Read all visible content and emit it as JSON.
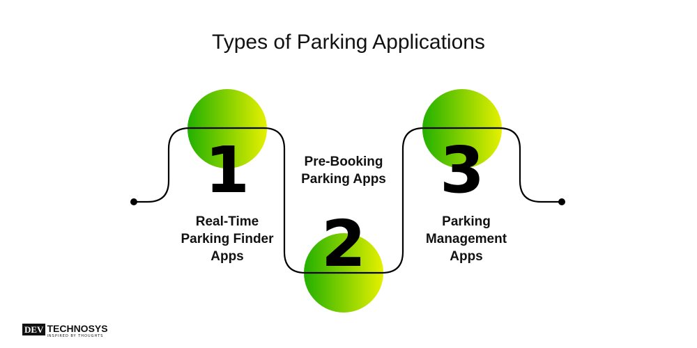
{
  "title": "Types of Parking Applications",
  "colors": {
    "gradient_start": "#22b000",
    "gradient_end": "#e6f000",
    "line": "#000000"
  },
  "steps": [
    {
      "number": "1",
      "label_lines": [
        "Real-Time",
        "Parking Finder",
        "Apps"
      ]
    },
    {
      "number": "2",
      "label_lines": [
        "Pre-Booking",
        "Parking Apps"
      ]
    },
    {
      "number": "3",
      "label_lines": [
        "Parking",
        "Management",
        "Apps"
      ]
    }
  ],
  "logo": {
    "brand_left": "DEV",
    "brand_right": "TECHNOSYS",
    "tagline": "INSPIRED BY THOUGHTS"
  }
}
